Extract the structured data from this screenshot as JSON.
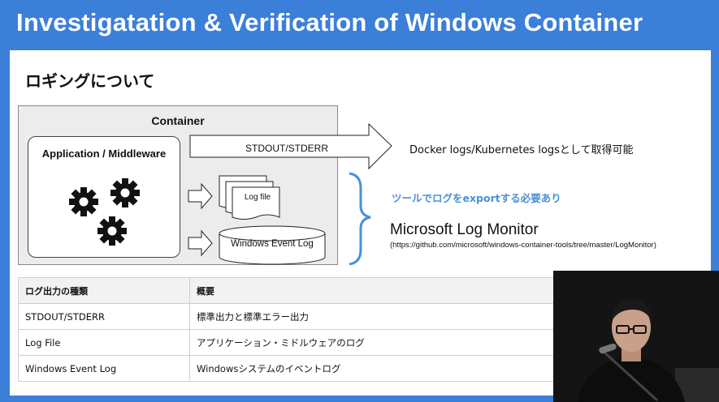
{
  "header": {
    "title": "Investigatation & Verification of Windows Container"
  },
  "slide": {
    "section_title": "ロギングについて",
    "diagram": {
      "container_label": "Container",
      "app_label": "Application / Middleware",
      "stdout_label": "STDOUT/STDERR",
      "logfile_label": "Log file",
      "eventlog_label": "Windows Event Log"
    },
    "notes": {
      "docker": "Docker logs/Kubernetes logsとして取得可能",
      "export": "ツールでログをexportする必要あり",
      "logmon_title": "Microsoft Log Monitor",
      "logmon_url": "(https://github.com/microsoft/windows-container-tools/tree/master/LogMonitor)"
    },
    "table": {
      "headers": [
        "ログ出力の種類",
        "概要"
      ],
      "rows": [
        [
          "STDOUT/STDERR",
          "標準出力と標準エラー出力"
        ],
        [
          "Log File",
          "アプリケーション・ミドルウェアのログ"
        ],
        [
          "Windows Event Log",
          "Windowsシステムのイベントログ"
        ]
      ]
    }
  },
  "colors": {
    "header_blue": "#3b7fd9",
    "accent_blue": "#4a90d9"
  },
  "icons": [
    "gear-icon",
    "arrow-icon",
    "document-stack-icon",
    "database-icon",
    "brace-icon"
  ]
}
